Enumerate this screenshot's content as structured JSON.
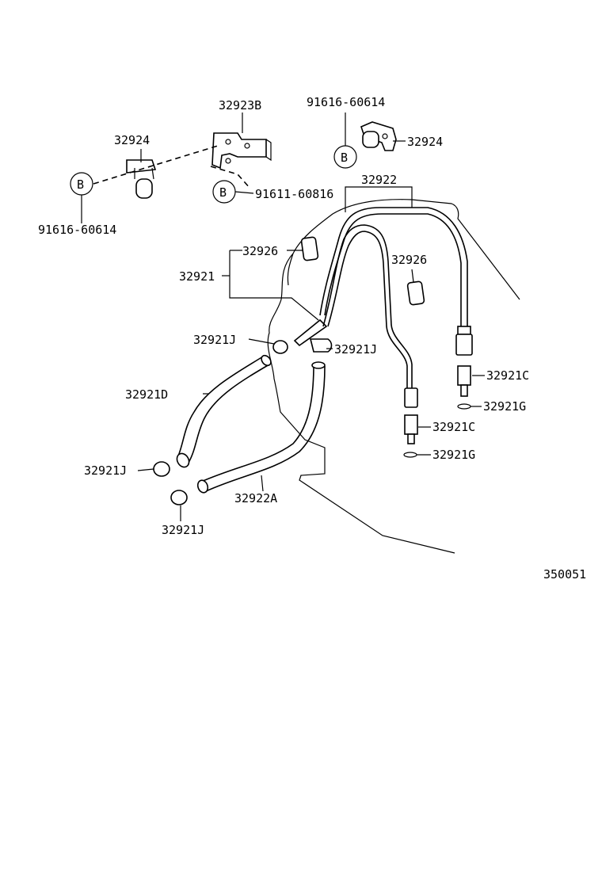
{
  "diagram_id": "350051",
  "callout_letter": "B",
  "labels": {
    "l_32923B": "32923B",
    "l_91616_top": "91616-60614",
    "l_32924_left": "32924",
    "l_32924_right": "32924",
    "l_91611": "91611-60816",
    "l_91616_left": "91616-60614",
    "l_32922": "32922",
    "l_32926_left": "32926",
    "l_32926_right": "32926",
    "l_32921": "32921",
    "l_32921J_a": "32921J",
    "l_32921J_b": "32921J",
    "l_32921C_a": "32921C",
    "l_32921D": "32921D",
    "l_32921G_a": "32921G",
    "l_32921C_b": "32921C",
    "l_32921G_b": "32921G",
    "l_32921J_c": "32921J",
    "l_32922A": "32922A",
    "l_32921J_d": "32921J"
  }
}
